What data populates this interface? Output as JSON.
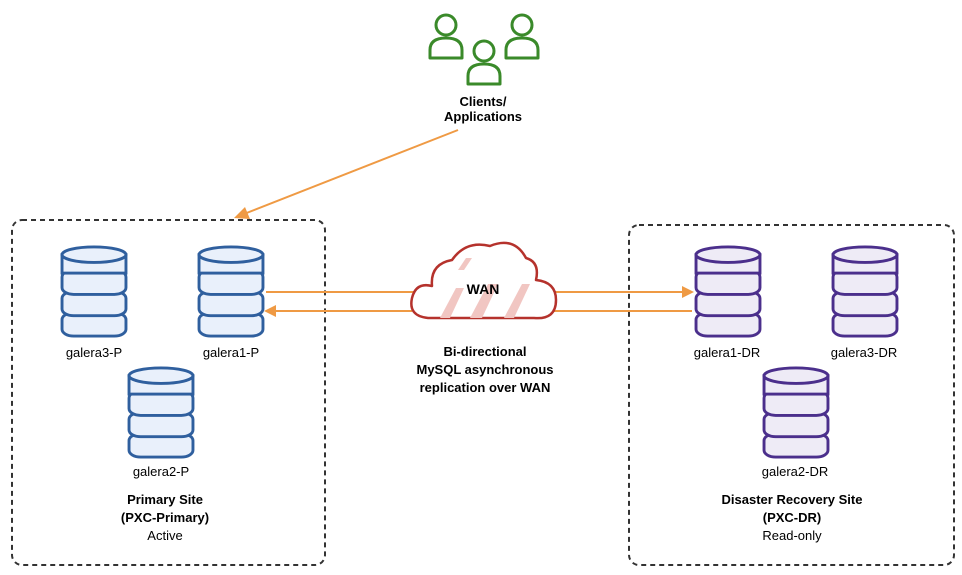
{
  "clients": {
    "line1": "Clients/",
    "line2": "Applications",
    "icon": "users-icon"
  },
  "wan": {
    "label": "WAN",
    "caption": [
      "Bi-directional",
      "MySQL asynchronous",
      "replication over WAN"
    ],
    "icon": "cloud-icon"
  },
  "primary_site": {
    "title_line1": "Primary Site",
    "title_line2": "(PXC-Primary)",
    "status": "Active",
    "nodes": [
      "galera3-P",
      "galera1-P",
      "galera2-P"
    ]
  },
  "dr_site": {
    "title_line1": "Disaster Recovery Site",
    "title_line2": "(PXC-DR)",
    "status": "Read-only",
    "nodes": [
      "galera1-DR",
      "galera3-DR",
      "galera2-DR"
    ]
  },
  "colors": {
    "primary_db_stroke": "#2f5f9e",
    "primary_db_fill": "#e9f0fb",
    "dr_db_stroke": "#4b2f8c",
    "dr_db_fill": "#eeebf6",
    "client_stroke": "#3a8a2a",
    "cloud_stroke": "#b5322c",
    "arrow": "#ef9a44",
    "border": "#333333"
  }
}
